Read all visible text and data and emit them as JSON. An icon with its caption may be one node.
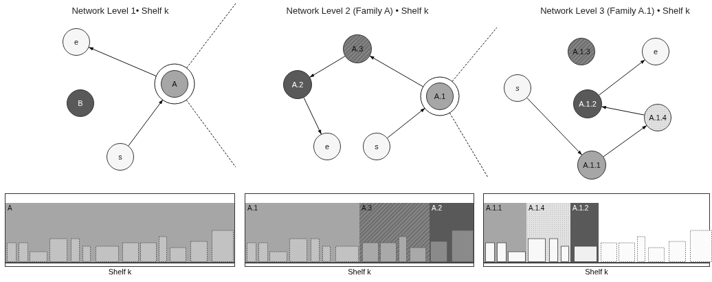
{
  "diagram": {
    "nodes": [
      {
        "text": [
          "e"
        ]
      },
      {
        "text": [
          "A"
        ]
      },
      {
        "text": [
          "B"
        ]
      },
      {
        "text": [
          "s"
        ]
      },
      {
        "text": [
          "A.3"
        ]
      },
      {
        "text": [
          "A.2"
        ]
      },
      {
        "text": [
          "A.1"
        ]
      },
      {
        "text": [
          "e"
        ]
      },
      {
        "text": [
          "s"
        ]
      },
      {
        "text": [
          "A.1.3"
        ]
      },
      {
        "text": [
          "e"
        ]
      },
      {
        "text": [
          "s"
        ]
      },
      {
        "text": [
          "A.1.2"
        ]
      },
      {
        "text": [
          "A.1.4"
        ]
      },
      {
        "text": [
          "A.1.1"
        ]
      },
      {
        "text": [],
        "shape": "box",
        "beside": [
          "Shelf k"
        ]
      },
      {
        "text": [
          "A"
        ],
        "in": 15
      },
      {
        "text": [],
        "shape": "box",
        "beside": [
          "Shelf k"
        ]
      },
      {
        "text": [
          "A.1"
        ],
        "in": 17
      },
      {
        "text": [
          "A.3"
        ],
        "in": 17
      },
      {
        "text": [
          "A.2"
        ],
        "in": 17
      },
      {
        "text": [],
        "shape": "box",
        "beside": [
          "Shelf k"
        ]
      },
      {
        "text": [
          "A.1.1"
        ],
        "in": 21
      },
      {
        "text": [
          "A.1.4"
        ],
        "in": 21
      },
      {
        "text": [
          "A.1.2"
        ],
        "in": 21
      }
    ],
    "edges": [
      {
        "from": 1,
        "to": 0,
        "arrow": "to"
      },
      {
        "from": 3,
        "to": 1,
        "arrow": "to"
      },
      {
        "from": 1,
        "to": null,
        "arrow": "none",
        "style": "dashed"
      },
      {
        "from": 1,
        "to": null,
        "arrow": "none",
        "style": "dashed"
      },
      {
        "from": 6,
        "to": 4,
        "arrow": "to"
      },
      {
        "from": 4,
        "to": 5,
        "arrow": "to"
      },
      {
        "from": 5,
        "to": 7,
        "arrow": "to"
      },
      {
        "from": 8,
        "to": 6,
        "arrow": "to"
      },
      {
        "from": 6,
        "to": null,
        "arrow": "none",
        "style": "dashed"
      },
      {
        "from": 6,
        "to": null,
        "arrow": "none",
        "style": "dashed"
      },
      {
        "from": 11,
        "to": 14,
        "arrow": "to"
      },
      {
        "from": 14,
        "to": 13,
        "arrow": "to"
      },
      {
        "from": 13,
        "to": 12,
        "arrow": "to"
      },
      {
        "from": 12,
        "to": 10,
        "arrow": "to"
      }
    ],
    "labels": [
      "Network Level 1• Shelf k",
      "Network Level 2 (Family A) • Shelf k",
      "Network Level 3 (Family A.1) • Shelf k"
    ]
  }
}
